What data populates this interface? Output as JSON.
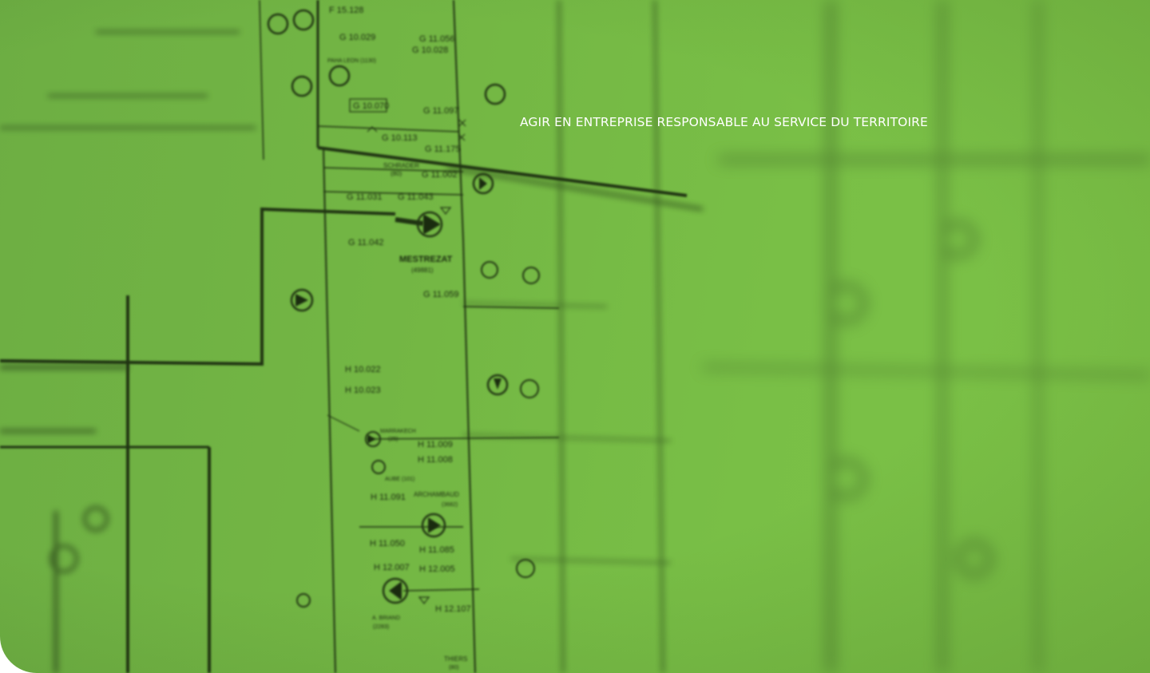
{
  "hero": {
    "tagline": "AGIR EN ENTREPRISE RESPONSABLE AU SERVICE DU TERRITOIRE",
    "background_color": "#76b945",
    "tagline_color": "#ffffff"
  },
  "schematic": {
    "labels": [
      {
        "id": "f15",
        "text": "F 15.128"
      },
      {
        "id": "g10029",
        "text": "G 10.029"
      },
      {
        "id": "g11056",
        "text": "G 11.056"
      },
      {
        "id": "g10028",
        "text": "G 10.028"
      },
      {
        "id": "pahaleon",
        "text": "PAHA LEON (1130)"
      },
      {
        "id": "g10070",
        "text": "G 10.070"
      },
      {
        "id": "g11097",
        "text": "G 11.097"
      },
      {
        "id": "g10113",
        "text": "G 10.113"
      },
      {
        "id": "g11175",
        "text": "G 11.175"
      },
      {
        "id": "schrader",
        "text": "SCHRADER"
      },
      {
        "id": "schrader_num",
        "text": "(80)"
      },
      {
        "id": "g11002",
        "text": "G 11.002"
      },
      {
        "id": "g11031",
        "text": "G 11.031"
      },
      {
        "id": "g11043",
        "text": "G 11.043"
      },
      {
        "id": "g11042",
        "text": "G 11.042"
      },
      {
        "id": "mestrezat",
        "text": "MESTREZAT"
      },
      {
        "id": "mestrezat_num",
        "text": "(49881)"
      },
      {
        "id": "g11059",
        "text": "G 11.059"
      },
      {
        "id": "h10022",
        "text": "H 10.022"
      },
      {
        "id": "h10023",
        "text": "H 10.023"
      },
      {
        "id": "marrakech",
        "text": "MARRAKECH"
      },
      {
        "id": "marrakech_num",
        "text": "(25)"
      },
      {
        "id": "h11009",
        "text": "H 11.009"
      },
      {
        "id": "h11008",
        "text": "H 11.008"
      },
      {
        "id": "aube",
        "text": "AUBE (101)"
      },
      {
        "id": "h11091",
        "text": "H 11.091"
      },
      {
        "id": "archambaud",
        "text": "ARCHAMBAUD"
      },
      {
        "id": "archambaud_num",
        "text": "(3682)"
      },
      {
        "id": "h11050",
        "text": "H 11.050"
      },
      {
        "id": "h11085",
        "text": "H 11.085"
      },
      {
        "id": "h12007",
        "text": "H 12.007"
      },
      {
        "id": "h12005",
        "text": "H 12.005"
      },
      {
        "id": "abriand",
        "text": "A. BRIAND"
      },
      {
        "id": "abriand_num",
        "text": "(2283)"
      },
      {
        "id": "h12107",
        "text": "H 12.107"
      },
      {
        "id": "thiers",
        "text": "THIERS"
      },
      {
        "id": "thiers_num",
        "text": "(80)"
      }
    ]
  }
}
